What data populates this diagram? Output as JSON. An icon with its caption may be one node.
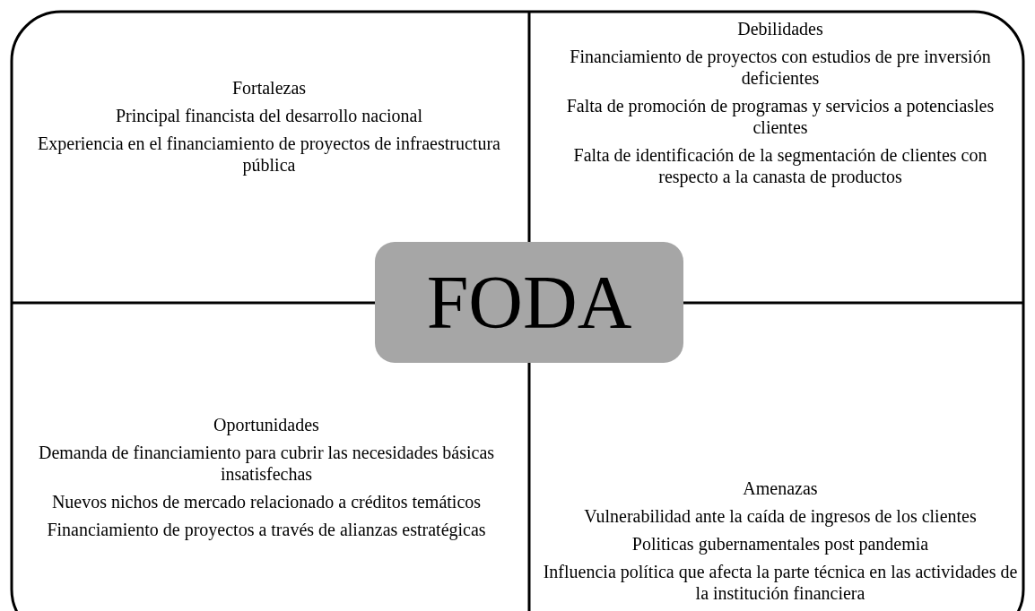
{
  "diagram": {
    "nodes": [
      {
        "text": [
          "Fortalezas",
          "Principal financista del desarrollo nacional",
          "Experiencia en el financiamiento de proyectos de infraestructura pública"
        ]
      },
      {
        "text": [
          "Debilidades",
          "Financiamiento de proyectos con estudios de pre inversión deficientes",
          "Falta de promoción de programas y servicios a potenciasles clientes",
          "Falta de identificación de la segmentación de clientes con respecto a la canasta de productos"
        ]
      },
      {
        "text": [
          "FODA"
        ]
      },
      {
        "text": [
          "Oportunidades",
          "Demanda de financiamiento para cubrir las necesidades básicas insatisfechas",
          "Nuevos nichos de mercado relacionado a créditos temáticos",
          "Financiamiento de proyectos a través de alianzas estratégicas"
        ]
      },
      {
        "text": [
          "Amenazas",
          "Vulnerabilidad ante la caída de ingresos de los clientes",
          "Politicas gubernamentales post pandemia",
          "Influencia política que afecta la parte técnica en las actividades de la institución financiera"
        ]
      }
    ]
  }
}
